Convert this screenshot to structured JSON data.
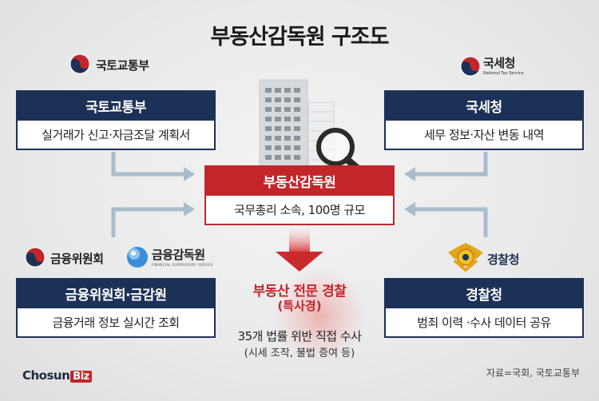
{
  "title": "부동산감독원 구조도",
  "logos": {
    "molit": "국토교통부",
    "nts": "국세청",
    "nts_sub": "National Tax Service",
    "fsc": "금융위원회",
    "fss": "금융감독원",
    "fss_sub": "FINANCIAL SUPERVISORY SERVICE",
    "police": "경찰청"
  },
  "boxes": {
    "molit": {
      "head": "국토교통부",
      "body": "실거래가 신고·자금조달 계획서"
    },
    "nts": {
      "head": "국세청",
      "body": "세무 정보·자산 변동 내역"
    },
    "center": {
      "head": "부동산감독원",
      "body": "국무총리 소속, 100명 규모"
    },
    "fsc": {
      "head": "금융위원회·금감원",
      "body": "금융거래 정보 실시간 조회"
    },
    "police": {
      "head": "경찰청",
      "body": "범죄 이력 ·수사 데이터 공유"
    }
  },
  "special": {
    "title": "부동산 전문 경찰",
    "subtitle": "(특사경)",
    "desc": "35개 법률 위반 직접 수사",
    "note": "(시세 조작, 불법 증여 등)"
  },
  "source": "자료=국회, 국토교통부",
  "brand": {
    "name": "Chosun",
    "biz": "Biz"
  },
  "colors": {
    "navy": "#1c3157",
    "red": "#c2262b",
    "arrow": "#a9bccc"
  }
}
